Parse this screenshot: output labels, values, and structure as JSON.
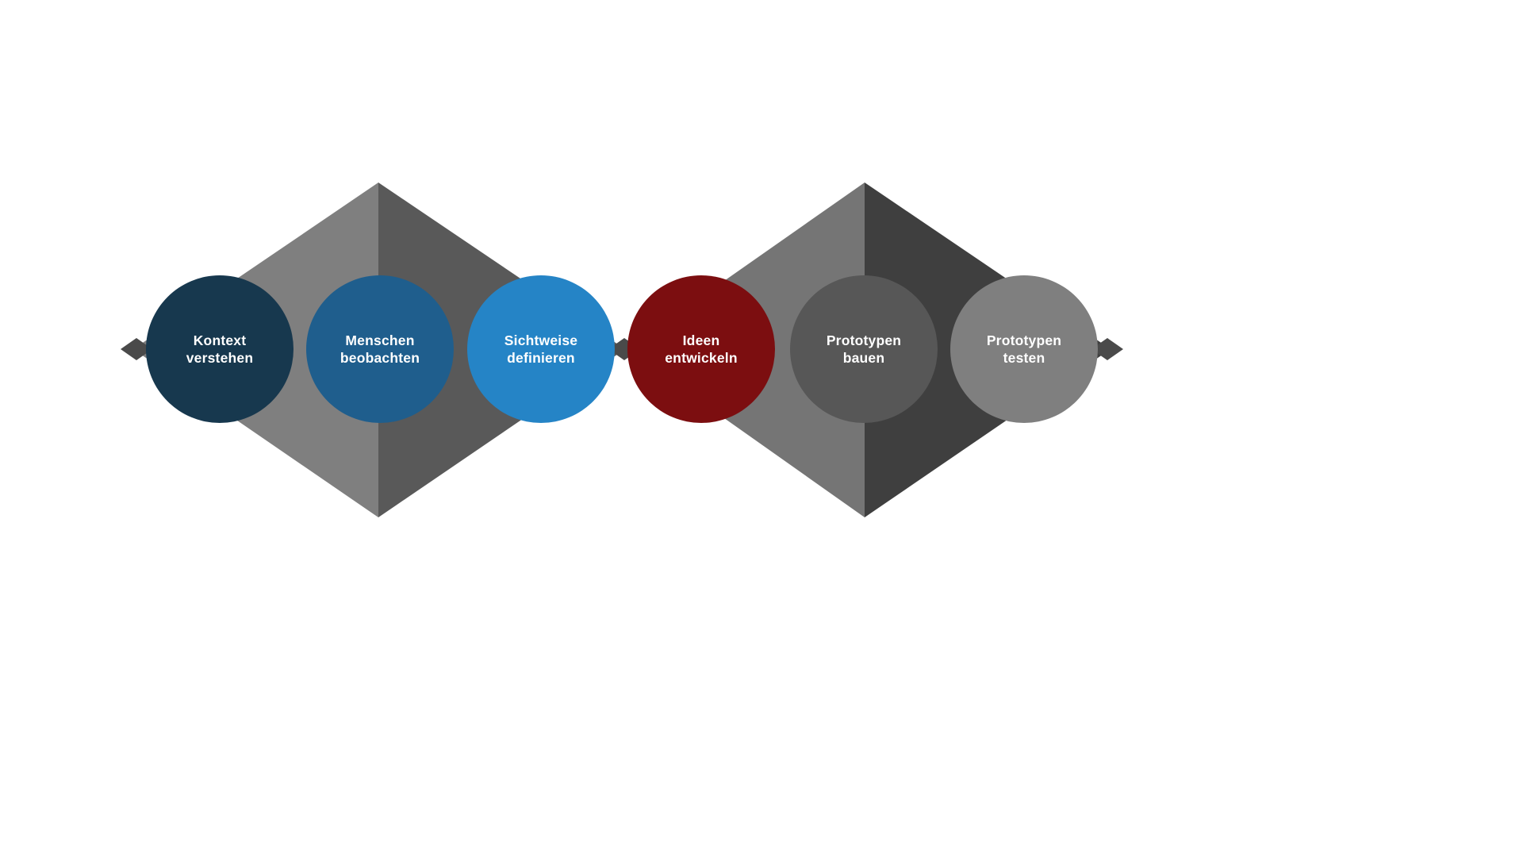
{
  "diagram": {
    "background_color": "#ffffff",
    "text_color": "#ffffff",
    "stages": [
      {
        "line1": "Kontext",
        "line2": "verstehen",
        "color": "#17384e"
      },
      {
        "line1": "Menschen",
        "line2": "beobachten",
        "color": "#1f5e8d"
      },
      {
        "line1": "Sichtweise",
        "line2": "definieren",
        "color": "#2584c6"
      },
      {
        "line1": "Ideen",
        "line2": "entwickeln",
        "color": "#7c0e10"
      },
      {
        "line1": "Prototypen",
        "line2": "bauen",
        "color": "#575757"
      },
      {
        "line1": "Prototypen",
        "line2": "testen",
        "color": "#7f7f7f"
      }
    ],
    "diamonds": [
      {
        "left_color": "#7f7f7f",
        "right_color": "#595959"
      },
      {
        "left_color": "#757575",
        "right_color": "#3f3f3f"
      }
    ],
    "connector_color": "#4a4a4a"
  }
}
